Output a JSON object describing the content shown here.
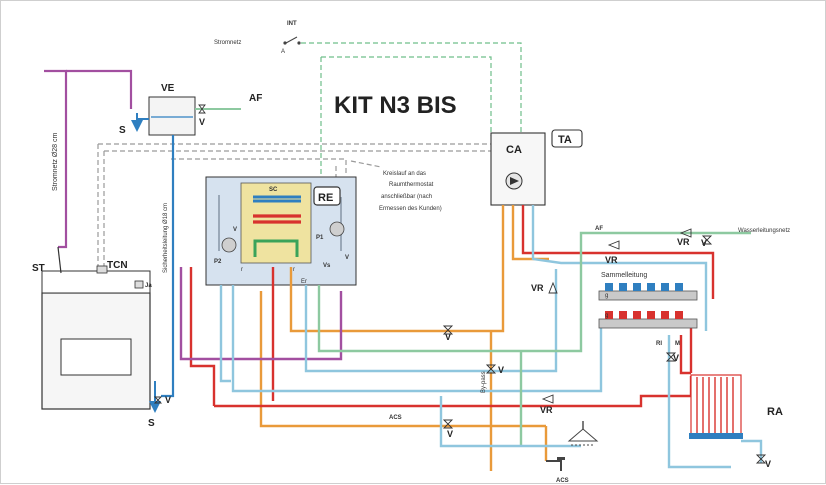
{
  "title": "KIT N3 BIS",
  "labels": {
    "int": "INT",
    "stromnetz_top": "Stromnetz",
    "a": "A",
    "ve": "VE",
    "af_top": "AF",
    "s_top": "S",
    "v_ve": "V",
    "stromnetz_side": "Stromnetz Ø28 cm",
    "sicherheit_side": "Sicherheitsleitung Ø18 cm",
    "ca": "CA",
    "ta": "TA",
    "re": "RE",
    "sc": "SC",
    "v_module": "V",
    "p1": "P1",
    "p2": "P2",
    "r": "r",
    "v_r": "r",
    "vs": "Vs",
    "v_right_module": "V",
    "er": "Er",
    "kreislauf_line1": "Kreislauf an das",
    "kreislauf_line2": "Raumthermostat",
    "kreislauf_line3": "anschließbar (nach",
    "kreislauf_line4": "Ermessen des Kunden)",
    "st": "ST",
    "tcn": "TCN",
    "ja": "Ja",
    "af_right": "AF",
    "wasserleitungsnetz": "Wasserleitungsnetz",
    "vr_right": "VR",
    "v_right": "V",
    "vr_mid": "VR",
    "sammelleitung": "Sammelleitung",
    "vr_left": "VR",
    "v_mid": "V",
    "bypass": "By-pass",
    "v_bypass": "V",
    "v_boiler": "V",
    "s_bottom": "S",
    "acs_mid": "ACS",
    "v_acs": "V",
    "vr_bottom": "VR",
    "acs_bottom": "ACS",
    "rm": "M",
    "ri": "RI",
    "v_manifold": "V",
    "ra": "RA",
    "v_ra": "V",
    "g1": "g",
    "g2": "g"
  },
  "colors": {
    "purple": "#a24fa0",
    "red": "#d8322e",
    "orange": "#e99a3a",
    "lightblue": "#8fc6de",
    "blue": "#2f7fc0",
    "green": "#8dc9a0",
    "gray": "#8a8a8a",
    "module_bg": "#d6e2ef"
  }
}
